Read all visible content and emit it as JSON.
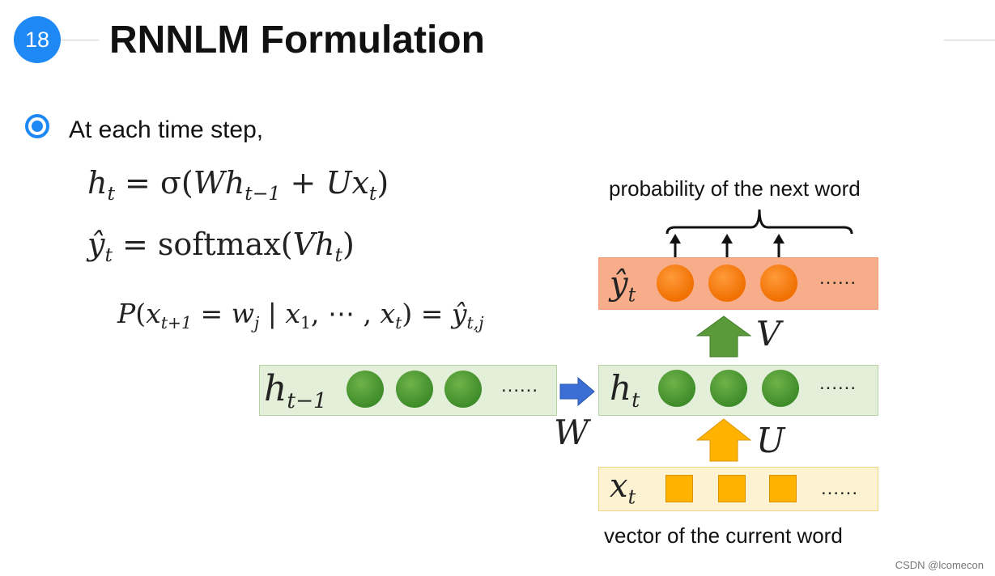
{
  "slide": {
    "number": "18",
    "title": "RNNLM Formulation"
  },
  "bullet": "At each time step,",
  "equations": {
    "h_lhs": "h",
    "h_lhs_sub": "t",
    "h_rhs_a": " = σ(",
    "h_W": "W",
    "h_h": "h",
    "h_h_sub": "t−1",
    "h_plus": " + ",
    "h_U": "U",
    "h_x": "x",
    "h_x_sub": "t",
    "h_close": ")",
    "y_lhs": "ŷ",
    "y_lhs_sub": "t",
    "y_rhs": " = softmax(",
    "y_V": "V",
    "y_h": "h",
    "y_h_sub": "t",
    "y_close": ")",
    "p_P": "P",
    "p_open": "(",
    "p_x1": "x",
    "p_x1_sub": "t+1",
    "p_eq": " = ",
    "p_w": "w",
    "p_w_sub": "j",
    "p_bar": " | ",
    "p_x2": "x",
    "p_x2_sub": "1",
    "p_mid": ", ⋯ , ",
    "p_x3": "x",
    "p_x3_sub": "t",
    "p_close": ") = ",
    "p_y": "ŷ",
    "p_y_sub": "t,j"
  },
  "diagram": {
    "top_caption": "probability of the next word",
    "bottom_caption": "vector of the current word",
    "y_label": "ŷ",
    "y_label_sub": "t",
    "h_label": "h",
    "h_label_sub": "t",
    "hprev_label": "h",
    "hprev_label_sub": "t−1",
    "x_label": "x",
    "x_label_sub": "t",
    "V_label": "V",
    "U_label": "U",
    "W_label": "W",
    "ellipsis": "......"
  },
  "colors": {
    "accent": "#1e88f5",
    "green": "#4b9a33",
    "orange": "#f07000",
    "square": "#ffb300",
    "arrow_green": "#5a9a3a",
    "arrow_yellow": "#ffb300",
    "arrow_blue": "#3b6fd4"
  },
  "watermark": "CSDN @lcomecon"
}
